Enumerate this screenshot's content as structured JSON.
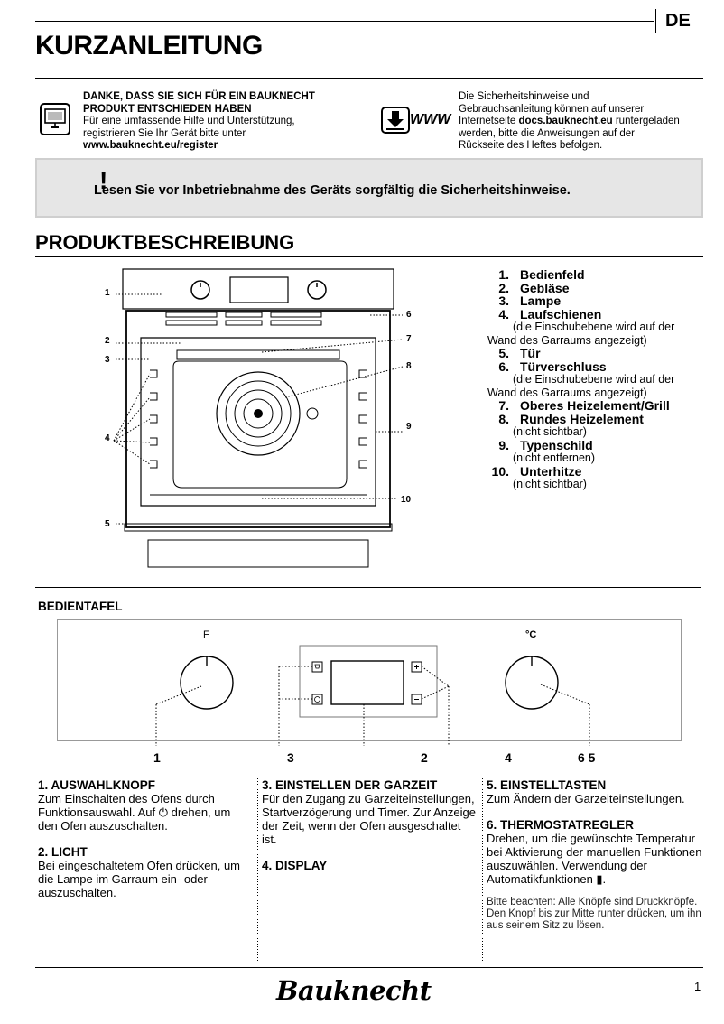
{
  "header": {
    "language_code": "DE",
    "title": "KURZANLEITUNG"
  },
  "intro": {
    "thanks_heading_line1": "DANKE, DASS SIE SICH FÜR EIN BAUKNECHT",
    "thanks_heading_line2": "PRODUKT ENTSCHIEDEN HABEN",
    "thanks_body_line1": "Für eine umfassende Hilfe und Unterstützung,",
    "thanks_body_line2": "registrieren Sie Ihr Gerät bitte unter",
    "thanks_link": "www.bauknecht.eu/register",
    "www_label": "WWW",
    "safety_line1": "Die Sicherheitshinweise und",
    "safety_line2": "Gebrauchsanleitung können auf unserer",
    "safety_line3_pre": "Internetseite ",
    "safety_link": "docs.bauknecht.eu",
    "safety_line3_post": " runtergeladen",
    "safety_line4": "werden, bitte die Anweisungen auf der",
    "safety_line5": "Rückseite des Heftes befolgen."
  },
  "warning": {
    "text": "Lesen Sie vor Inbetriebnahme des Geräts sorgfältig die Sicherheitshinweise."
  },
  "product": {
    "title": "PRODUKTBESCHREIBUNG",
    "parts": [
      {
        "num": "1.",
        "label": "Bedienfeld",
        "note": ""
      },
      {
        "num": "2.",
        "label": "Gebläse",
        "note": ""
      },
      {
        "num": "3.",
        "label": "Lampe",
        "note": ""
      },
      {
        "num": "4.",
        "label": "Laufschienen",
        "note": "(die Einschubebene wird auf der Wand des Garraums angezeigt)"
      },
      {
        "num": "5.",
        "label": "Tür",
        "note": ""
      },
      {
        "num": "6.",
        "label": "Türverschluss",
        "note": "(die Einschubebene wird auf der Wand des Garraums angezeigt)"
      },
      {
        "num": "7.",
        "label": "Oberes Heizelement/Grill",
        "note": ""
      },
      {
        "num": "8.",
        "label": "Rundes Heizelement",
        "note": "(nicht sichtbar)"
      },
      {
        "num": "9.",
        "label": "Typenschild",
        "note": "(nicht entfernen)"
      },
      {
        "num": "10.",
        "label": "Unterhitze",
        "note": "(nicht sichtbar)"
      }
    ],
    "callouts": [
      "1",
      "2",
      "3",
      "4",
      "5",
      "6",
      "7",
      "8",
      "9",
      "10"
    ]
  },
  "control_panel": {
    "title": "BEDIENTAFEL",
    "knob_left_label": "F",
    "knob_right_label": "°C",
    "numbers": [
      "1",
      "3",
      "2",
      "4",
      "6 5"
    ],
    "sections": [
      {
        "heading": "1. AUSWAHLKNOPF",
        "body": "Zum Einschalten des Ofens durch Funktionsauswahl. Auf ⏻ drehen, um den Ofen auszuschalten."
      },
      {
        "heading": "2. LICHT",
        "body": "Bei eingeschaltetem Ofen drücken, um die Lampe im Garraum ein- oder auszuschalten."
      },
      {
        "heading": "3. EINSTELLEN DER GARZEIT",
        "body": "Für den Zugang zu Garzeiteinstellungen, Startverzögerung und Timer. Zur Anzeige der Zeit, wenn der Ofen ausgeschaltet ist."
      },
      {
        "heading": "4. DISPLAY",
        "body": ""
      },
      {
        "heading": "5. EINSTELLTASTEN",
        "body": "Zum Ändern der Garzeiteinstellungen."
      },
      {
        "heading": "6. THERMOSTATREGLER",
        "body": "Drehen, um die gewünschte Temperatur bei Aktivierung der manuellen Funktionen auszuwählen. Verwendung der Automatikfunktionen ▮."
      }
    ],
    "note": "Bitte beachten: Alle Knöpfe sind Druckknöpfe. Den Knopf bis zur Mitte runter drücken, um ihn aus seinem Sitz zu lösen."
  },
  "footer": {
    "brand": "Bauknecht",
    "page_number": "1"
  }
}
